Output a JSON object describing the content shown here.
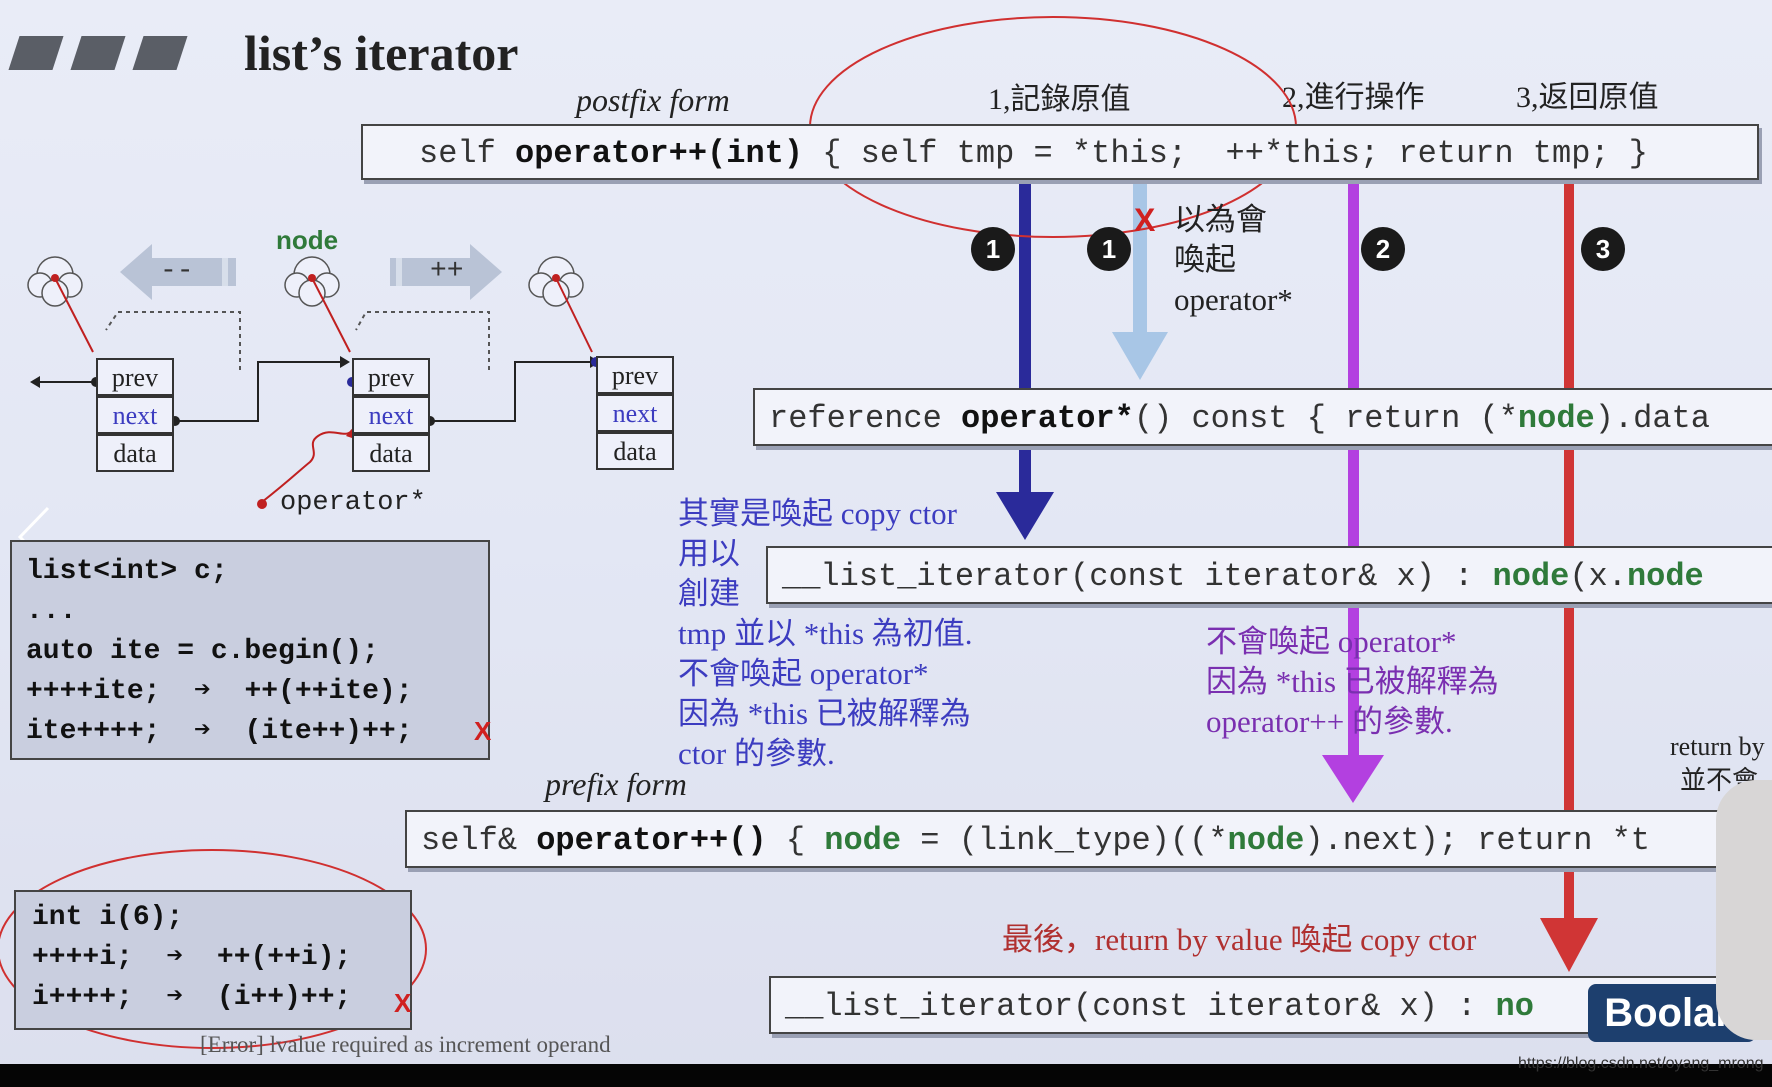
{
  "slide": {
    "title": "list’s iterator",
    "postfix_label": "postfix form",
    "prefix_label": "prefix form",
    "steps": [
      "1,記錄原值",
      "2,進行操作",
      "3,返回原值"
    ],
    "postfix_code": {
      "p1": "self ",
      "p2": "operator++(int)",
      "p3": " { self tmp = *this;  ++*this; return tmp; }"
    },
    "deref_code": {
      "p1": "reference ",
      "p2": "operator*",
      "p3": "() const { return (*",
      "p4": "node",
      "p5": ").data"
    },
    "ctor_code1": {
      "p1": "__list_iterator(const iterator& x) : ",
      "p2": "node",
      "p3": "(x.",
      "p4": "node"
    },
    "prefix_code": {
      "p1": "self& ",
      "p2": "operator++()",
      "p3": " { ",
      "p4": "node",
      "p5": " = (link_type)((*",
      "p6": "node",
      "p7": ").next); return *t"
    },
    "ctor_code2": {
      "p1": "__list_iterator(const iterator& x) : ",
      "p2": "no"
    },
    "circle_labels": [
      "1",
      "1",
      "2",
      "3"
    ],
    "x_mark": "X",
    "note_mistake": [
      "以為會",
      "喚起",
      "operator*"
    ],
    "note_copy_ctor": [
      "其實是喚起 copy ctor",
      "用以",
      "創建"
    ],
    "note_tmp": [
      "tmp 並以 *this 為初值.",
      "不會喚起 operator*",
      "因為 *this 已被解釋為",
      "ctor 的參數."
    ],
    "note_purple": [
      "不會喚起 operator*",
      "因為 *this 已被解釋為",
      "operator++ 的參數."
    ],
    "note_return_partial": [
      "return by",
      "並不會"
    ],
    "note_final": "最後，return by value 喚起 copy ctor",
    "diagram": {
      "node_label": "node",
      "minus_label": "--",
      "plus_label": "++",
      "cell_labels": [
        "prev",
        "next",
        "data"
      ],
      "operator_label": "operator*"
    },
    "code_list": [
      "list<int> c;",
      "...",
      "auto ite = c.begin();",
      "++++ite;  ➔  ++(++ite);",
      "ite++++;  ➔  (ite++)++;"
    ],
    "code_int": [
      "int i(6);",
      "++++i;  ➔  ++(++i);",
      "i++++;  ➔  (i++)++;"
    ],
    "error_text": "[Error] lvalue required as increment operand",
    "logo": "Boolan",
    "watermark": "https://blog.csdn.net/oyang_mrong",
    "colors": {
      "blue_arrow": "#2a2a9a",
      "purple_arrow": "#b340e0",
      "red_arrow": "#d03535",
      "light_arrow": "#a8c6e6"
    }
  }
}
